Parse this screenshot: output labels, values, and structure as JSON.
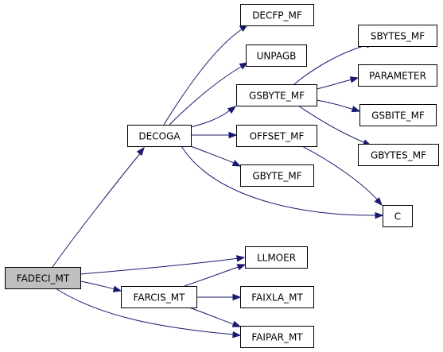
{
  "colors": {
    "edge": "#191970",
    "node_fill": "#ffffff",
    "root_fill": "#bfbfbf",
    "border": "#000000"
  },
  "nodes": [
    {
      "id": "fadeci",
      "label": "FADECI_MT",
      "root": true
    },
    {
      "id": "decoga",
      "label": "DECOGA"
    },
    {
      "id": "farcis",
      "label": "FARCIS_MT"
    },
    {
      "id": "decfp",
      "label": "DECFP_MF"
    },
    {
      "id": "unpagb",
      "label": "UNPAGB"
    },
    {
      "id": "gsbyte",
      "label": "GSBYTE_MF"
    },
    {
      "id": "offset",
      "label": "OFFSET_MF"
    },
    {
      "id": "gbyte",
      "label": "GBYTE_MF"
    },
    {
      "id": "sbytes",
      "label": "SBYTES_MF"
    },
    {
      "id": "parameter",
      "label": "PARAMETER"
    },
    {
      "id": "gsbite",
      "label": "GSBITE_MF"
    },
    {
      "id": "gbytes",
      "label": "GBYTES_MF"
    },
    {
      "id": "c",
      "label": "C"
    },
    {
      "id": "llmoer",
      "label": "LLMOER"
    },
    {
      "id": "faixla",
      "label": "FAIXLA_MT"
    },
    {
      "id": "faipar",
      "label": "FAIPAR_MT"
    }
  ],
  "edges": [
    {
      "from": "fadeci",
      "to": "decoga"
    },
    {
      "from": "fadeci",
      "to": "llmoer"
    },
    {
      "from": "fadeci",
      "to": "farcis"
    },
    {
      "from": "fadeci",
      "to": "faipar"
    },
    {
      "from": "decoga",
      "to": "decfp"
    },
    {
      "from": "decoga",
      "to": "unpagb"
    },
    {
      "from": "decoga",
      "to": "gsbyte"
    },
    {
      "from": "decoga",
      "to": "offset"
    },
    {
      "from": "decoga",
      "to": "gbyte"
    },
    {
      "from": "decoga",
      "to": "c"
    },
    {
      "from": "gsbyte",
      "to": "sbytes"
    },
    {
      "from": "gsbyte",
      "to": "parameter"
    },
    {
      "from": "gsbyte",
      "to": "gsbite"
    },
    {
      "from": "gsbyte",
      "to": "gbytes"
    },
    {
      "from": "offset",
      "to": "c"
    },
    {
      "from": "farcis",
      "to": "llmoer"
    },
    {
      "from": "farcis",
      "to": "faixla"
    },
    {
      "from": "farcis",
      "to": "faipar"
    }
  ]
}
